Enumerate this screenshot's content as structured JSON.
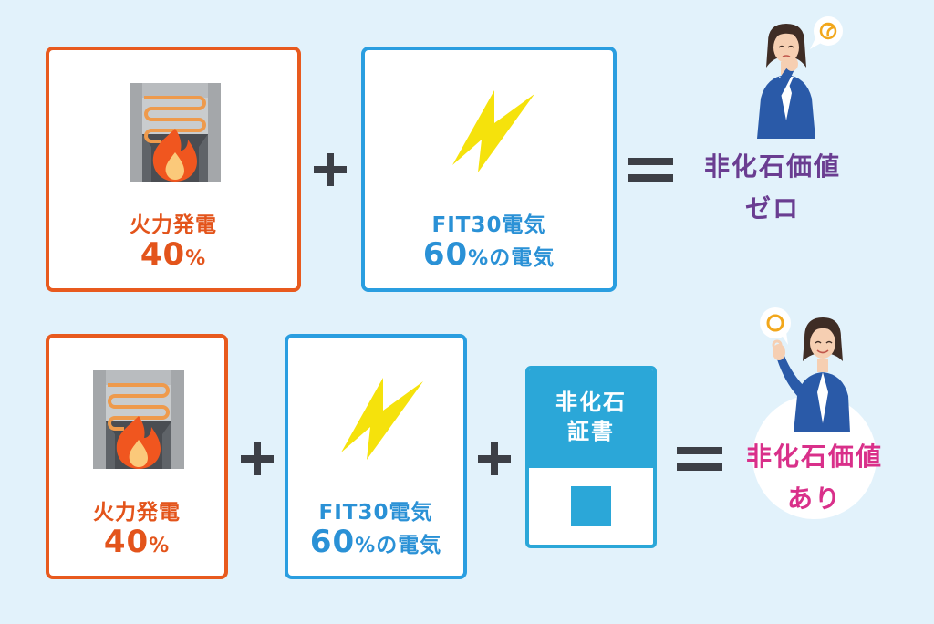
{
  "row1": {
    "fire_box": {
      "line1": "火力発電",
      "value": "40",
      "unit": "%"
    },
    "fit_box": {
      "line1": "FIT30電気",
      "value": "60",
      "unit": "%",
      "suffix": "の電気"
    },
    "result": {
      "line1": "非化石価値",
      "line2": "ゼロ"
    }
  },
  "row2": {
    "fire_box": {
      "line1": "火力発電",
      "value": "40",
      "unit": "%"
    },
    "fit_box": {
      "line1": "FIT30電気",
      "value": "60",
      "unit": "%",
      "suffix": "の電気"
    },
    "certificate": {
      "line1": "非化石",
      "line2": "証書"
    },
    "result": {
      "line1": "非化石価値",
      "line2": "あり"
    }
  },
  "icons": {
    "fire": "furnace-fire-icon",
    "lightning": "lightning-bolt-icon",
    "worried_person": "worried-woman-icon",
    "ok_person": "ok-woman-icon"
  },
  "colors": {
    "background": "#e2f2fb",
    "orange": "#e85a1e",
    "blue": "#2a9ee0",
    "purple": "#6a3d91",
    "pink": "#d9308a",
    "certificate": "#2ba7d8"
  }
}
